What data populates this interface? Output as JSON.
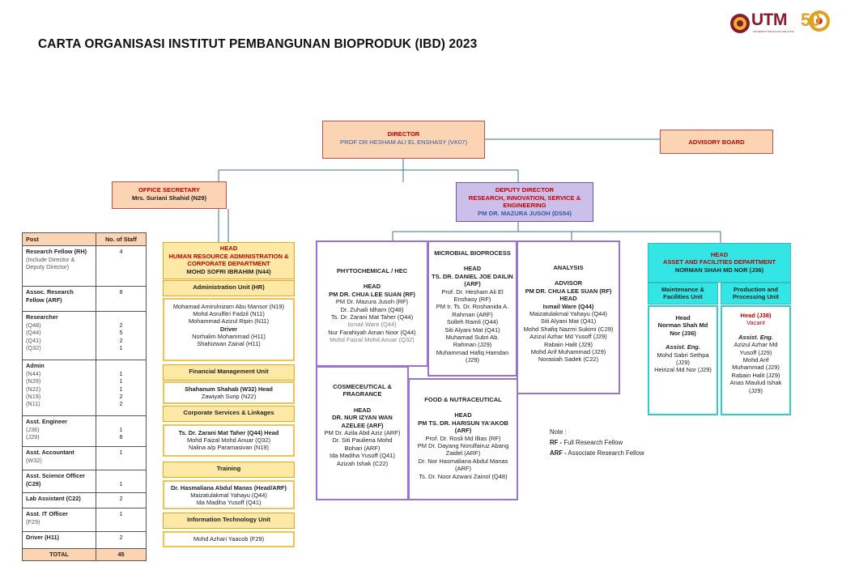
{
  "title": "CARTA ORGANISASI INSTITUT PEMBANGUNAN BIOPRODUK (IBD) 2023",
  "logo": {
    "brand": "UTM",
    "sub": "UNIVERSITI TEKNOLOGI MALAYSIA",
    "anniversary": "50"
  },
  "director": {
    "role": "DIRECTOR",
    "name": "PROF DR HESHAM ALI EL ENSHASY (VK07)"
  },
  "advisory": {
    "label": "ADVISORY BOARD"
  },
  "secretary": {
    "role": "OFFICE SECRETARY",
    "name": "Mrs. Suriani Shahid (N29)"
  },
  "deputy": {
    "role_lines": [
      "DEPUTY DIRECTOR",
      "RESEARCH, INNOVATION, SERVICE &",
      "ENGINEERING"
    ],
    "name": "PM DR. MAZURA JUSOH (DS54)"
  },
  "staff_table": {
    "headers": [
      "Post",
      "No. of Staff"
    ],
    "rows": [
      {
        "post": "Research Fellow (RH)",
        "sub": [
          "(Include Director &",
          "Deputy Director)"
        ],
        "counts": [
          "4"
        ]
      },
      {
        "post": "Assoc. Research Fellow (ARF)",
        "sub": [],
        "counts": [
          "8"
        ]
      },
      {
        "post": "Researcher",
        "sub": [
          "(Q48)",
          "(Q44)",
          "(Q41)",
          "(Q32)"
        ],
        "counts": [
          "2",
          "5",
          "2",
          "1"
        ]
      },
      {
        "post": "Admin",
        "sub": [
          "(N44)",
          "(N29)",
          "(N22)",
          "(N19)",
          "(N11)"
        ],
        "counts": [
          "1",
          "1",
          "1",
          "2",
          "2"
        ]
      },
      {
        "post": "Asst. Engineer",
        "sub": [
          "(J36)",
          "(J29)"
        ],
        "counts": [
          "1",
          "8"
        ]
      },
      {
        "post": "Asst. Accountant",
        "sub": [
          "(W32)"
        ],
        "counts": [
          "1"
        ]
      },
      {
        "post": "Asst. Science Officer (C29)",
        "sub": [],
        "counts": [
          "1"
        ]
      },
      {
        "post": "Lab Assistant (C22)",
        "sub": [],
        "counts": [
          "2"
        ]
      },
      {
        "post": "Asst. IT Officer",
        "sub": [
          "(F29)"
        ],
        "counts": [
          "1"
        ]
      },
      {
        "post": "Driver (H11)",
        "sub": [],
        "counts": [
          "2"
        ]
      }
    ],
    "total_label": "TOTAL",
    "total": "45"
  },
  "hr": {
    "head_lines": [
      "HEAD",
      "HUMAN RESOURCE ADMINISTRATION &",
      "CORPORATE DEPARTMENT"
    ],
    "head_name": "MOHD SOFRI IBRAHIM (N44)",
    "units": [
      {
        "title": "Administration Unit (HR)",
        "members": [
          "Mohamad Amirulnizam Abu Mansor (N19)",
          "Mohd Asrulfitri Fadzil (N11)",
          "Mohammad Azizul Ripin (N11)",
          "Driver",
          "Norhalim Mohammad (H11)",
          "Shahizwan Zainal (H11)"
        ]
      },
      {
        "title": "Financial Management Unit",
        "members": [
          "Shahanum Shahab (W32) Head",
          "Zawiyah Surip (N22)"
        ]
      },
      {
        "title": "Corporate Services & Linkages",
        "members": [
          "Ts. Dr. Zarani Mat Taher (Q44) Head",
          "Mohd Faizal Mohd Anuar (Q32)",
          "Nalina a/p Paramasivan (N19)"
        ]
      },
      {
        "title": "Training",
        "members": [
          "Dr. Hasmaliana Abdul Manas (Head/ARF)",
          "Maizatulakmal Yahayu (Q44)",
          "Ida Madiha Yusoff (Q41)"
        ]
      },
      {
        "title": "Information Technology Unit",
        "members": [
          "Mohd Azhari Yaacob (F29)"
        ]
      }
    ]
  },
  "phyto": {
    "title": "PHYTOCHEMICAL / HEC",
    "head": "HEAD",
    "head_name": "PM DR. CHUA LEE SUAN (RF)",
    "members": [
      "PM Dr. Mazura Jusoh (RF)",
      "Dr. Zuhaili Idham (Q48)",
      "Ts. Dr. Zarani Mat Taher (Q44)",
      "Ismail Ware (Q44)",
      "Nur Farahiyah Aman Noor (Q44)",
      "Mohd Faizal Mohd Anuar (Q32)"
    ]
  },
  "microbial": {
    "title": "MICROBIAL BIOPROCESS",
    "head": "HEAD",
    "head_name_lines": [
      "TS. DR. DANIEL JOE DAILIN",
      "(ARF)"
    ],
    "members": [
      "Prof. Dr. Hesham Ali El",
      "Enshasy (RF)",
      "PM Ir. Ts. Dr. Roshanida A.",
      "Rahman (ARF)",
      "Solleh Ramli (Q44)",
      "Siti Alyani Mat (Q41)",
      "Muhamad Subri Ab.",
      "Rahman (J29)",
      "Muhammad Hafiq Hamdan",
      "(J29)"
    ]
  },
  "analysis": {
    "title": "ANALYSIS",
    "advisor": "ADVISOR",
    "advisor_name": "PM DR. CHUA LEE SUAN (RF)",
    "head": "HEAD",
    "head_name": "Ismail Ware (Q44)",
    "members": [
      "Maizatulakmal Yahayu (Q44)",
      "Siti Alyani Mat (Q41)",
      "Mohd Shafiq Nazmi Sukimi (C29)",
      "Azizul Azhar Md Yusoff (J29)",
      "Rabain Halit (J29)",
      "Mohd Arif Muhammad (J29)",
      "Norasiah Sadek (C22)"
    ]
  },
  "cosme": {
    "title_lines": [
      "COSMECEUTICAL &",
      "FRAGRANCE"
    ],
    "head": "HEAD",
    "head_name_lines": [
      "DR. NUR IZYAN WAN",
      "AZELEE (ARF)"
    ],
    "members": [
      "PM Dr. Azila Abd Aziz (ARF)",
      "Dr. Siti Pauliena Mohd",
      "Bohari (ARF)",
      "Ida Madiha Yusoff (Q41)",
      "Azizah Ishak (C22)"
    ]
  },
  "food": {
    "title": "FOOD & NUTRACEUTICAL",
    "head": "HEAD",
    "head_name": "PM TS. DR. HARISUN YA'AKOB",
    "head_suffix": "(ARF)",
    "members": [
      "Prof. Dr. Rosli Md Illias (RF)",
      "PM Dr. Dayang Norulfairuz Abang",
      "Zaidel (ARF)",
      "Dr. Nor Hasmaliana Abdul Manas",
      "(ARF)",
      "Ts. Dr. Noor Azwani Zainol (Q48)"
    ]
  },
  "asset": {
    "head_lines": [
      "HEAD",
      "ASSET AND FACILITIES DEPARTMENT"
    ],
    "head_name": "NORMAN SHAH MD NOR (J36)",
    "maint": {
      "title_lines": [
        "Maintenance &",
        "Facilities Unit"
      ],
      "head": "Head",
      "head_name_lines": [
        "Norman Shah Md",
        "Nor (J36)"
      ],
      "assist": "Assist. Eng.",
      "members": [
        "Mohd Sabri Sethpa",
        "(J29)",
        "Heirizal Md Nor (J29)"
      ]
    },
    "prod": {
      "title_lines": [
        "Production and",
        "Processing Unit"
      ],
      "head": "Head (J38)",
      "vacant": "Vacant",
      "assist": "Assist. Eng.",
      "members": [
        "Azizul Azhar Md",
        "Yusoff (J29)",
        "Mohd Arif",
        "Muhammad (J29)",
        "Rabain Halit (J29)",
        "Anas Maulud Ishak",
        "(J29)"
      ]
    }
  },
  "note": {
    "label": "Note :",
    "rf_abbr": "RF -",
    "rf_text": "Full Research Fellow",
    "arf_abbr": "ARF -",
    "arf_text": "Associate Research Fellow"
  }
}
